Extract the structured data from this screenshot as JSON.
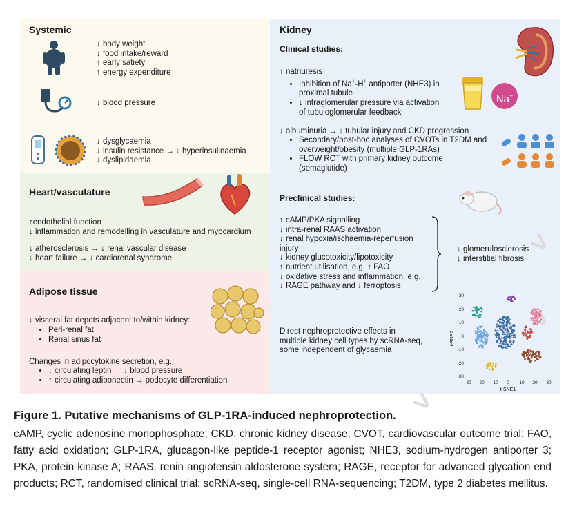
{
  "systemic": {
    "title": "Systemic",
    "weight_lines": [
      "↓ body weight",
      "↓ food intake/reward",
      "↑ early satiety",
      "↑ energy expenditure"
    ],
    "bp_line": "↓ blood pressure",
    "metabolic_lines": [
      "↓ dysglycaemia",
      "↓ insulin resistance → ↓ hyperinsulinaemia",
      "↓ dyslipidaemia"
    ]
  },
  "heart": {
    "title": "Heart/vasculature",
    "lines": [
      "↑endothelial function",
      "↓ inflammation and remodelling in vasculature and myocardium",
      "↓ atherosclerosis → ↓ renal vascular disease",
      "↓ heart failure → ↓ cardiorenal syndrome"
    ]
  },
  "adipose": {
    "title": "Adipose tissue",
    "visceral": "↓ visceral fat depots adjacent to/within kidney:",
    "visceral_bullets": [
      "Peri-renal fat",
      "Renal sinus fat"
    ],
    "changes": "Changes in adipocytokine secretion, e.g.:",
    "change_bullets": [
      "↓ circulating leptin → ↓ blood pressure",
      "↑ circulating adiponectin → podocyte differentiation"
    ]
  },
  "kidney": {
    "title": "Kidney",
    "clinical_title": "Clinical studies:",
    "natriuresis": "↑ natriuresis",
    "natriuresis_bullets": [
      [
        "Inhibition of Na",
        "+",
        "-H",
        "+",
        " antiporter (NHE3) in"
      ],
      "proximal tubule",
      "↓ intraglomerular pressure via activation",
      "of tubuloglomerular feedback"
    ],
    "na_label": "Na",
    "na_sup": "+",
    "albuminuria": "↓ albuminuria → ↓ tubular injury and CKD progression",
    "albuminuria_bullets": [
      "Secondary/post-hoc analyses of CVOTs in T2DM and",
      "overweight/obesity (multiple GLP-1RAs)",
      "FLOW RCT with primary kidney outcome",
      "(semaglutide)"
    ],
    "preclinical_title": "Preclinical studies:",
    "preclinical_lines": [
      "↑ cAMP/PKA signalling",
      "↓ intra-renal RAAS activation",
      "↓ renal hypoxia/ischaemia-reperfusion",
      "injury",
      "↓ kidney glucotoxicity/lipotoxicity",
      "↑ nutrient utilisation, e.g. ↑ FAO",
      "↓ oxidative stress and inflammation, e.g.",
      "↓ RAGE pathway and ↓ ferroptosis"
    ],
    "preclinical_outcomes": [
      "↓ glomerulosclerosis",
      "↓ interstitial fibrosis"
    ],
    "direct_lines": [
      "Direct nephroprotective effects in",
      "multiple kidney cell types by scRNA-seq,",
      "some independent of glycaemia"
    ]
  },
  "tsne": {
    "xlabel": "t-SNE1",
    "ylabel": "t-SNE2",
    "xticks": [
      "-30",
      "-20",
      "-10",
      "0",
      "10",
      "20",
      "30"
    ],
    "yticks": [
      "30",
      "20",
      "10",
      "0",
      "-10",
      "-20",
      "-30"
    ],
    "cluster_colors": [
      "#2a9d8f",
      "#7b3fa0",
      "#3b6ea5",
      "#e07a9a",
      "#c0504d",
      "#8b4a2b",
      "#6fa8dc",
      "#e6b422"
    ]
  },
  "colors": {
    "systemic_bg": "#fcf9ef",
    "heart_bg": "#eef3e8",
    "adipose_bg": "#fbe9e9",
    "kidney_bg": "#e9f0f9"
  },
  "caption": {
    "title": "Figure 1. Putative mechanisms of GLP-1RA-induced nephroprotection.",
    "body": "cAMP, cyclic adenosine monophosphate; CKD, chronic kidney disease; CVOT, cardiovascular outcome trial; FAO, fatty acid oxidation; GLP-1RA, glucagon-like peptide-1 receptor agonist; NHE3, sodium-hydrogen antiporter 3; PKA, protein kinase A; RAAS, renin angiotensin aldosterone system; RAGE, receptor for advanced glycation end products; RCT, randomised clinical trial; scRNA-seq, single-cell RNA-sequencing; T2DM, type 2 diabetes mellitus."
  }
}
